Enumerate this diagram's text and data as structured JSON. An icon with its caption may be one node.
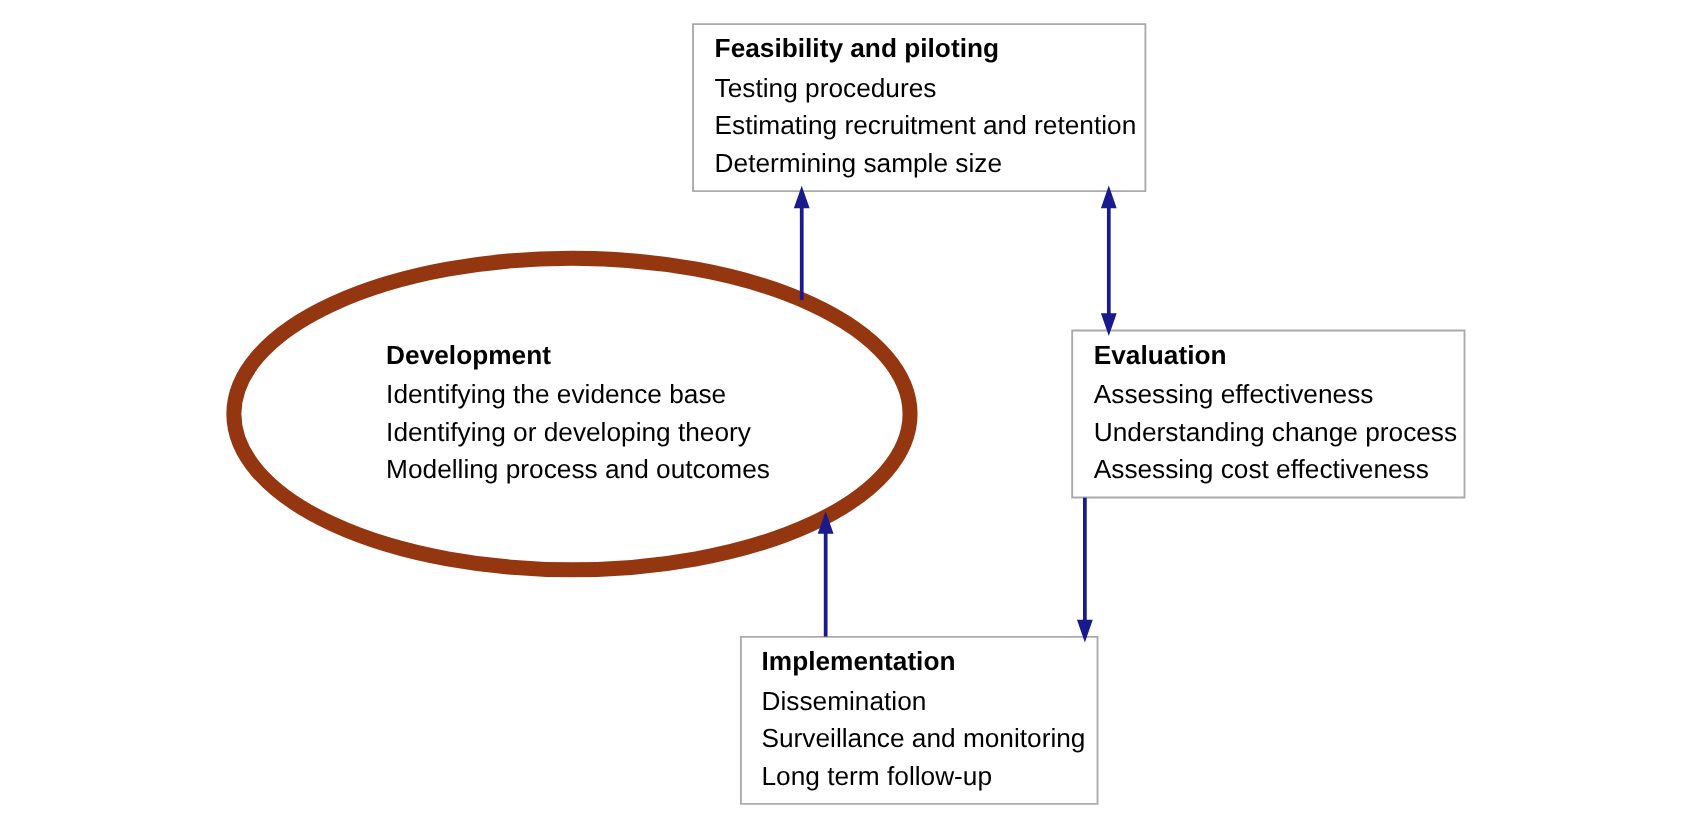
{
  "diagram": {
    "nodes": [
      {
        "text": [
          "Feasibility and piloting",
          "Testing procedures",
          "Estimating recruitment and retention",
          "Determining sample size"
        ]
      },
      {
        "text": [
          "Development",
          "Identifying the evidence base",
          "Identifying or developing theory",
          "Modelling process and outcomes"
        ]
      },
      {
        "text": [
          "Evaluation",
          "Assessing effectiveness",
          "Understanding change process",
          "Assessing cost effectiveness"
        ]
      },
      {
        "text": [
          "Implementation",
          "Dissemination",
          "Surveillance and monitoring",
          "Long term follow-up"
        ]
      }
    ],
    "edges": [
      {
        "from": 1,
        "to": 0,
        "arrow": "to"
      },
      {
        "from": 2,
        "to": 0,
        "arrow": "both"
      },
      {
        "from": 2,
        "to": 3,
        "arrow": "to"
      },
      {
        "from": 3,
        "to": 1,
        "arrow": "to"
      }
    ]
  }
}
